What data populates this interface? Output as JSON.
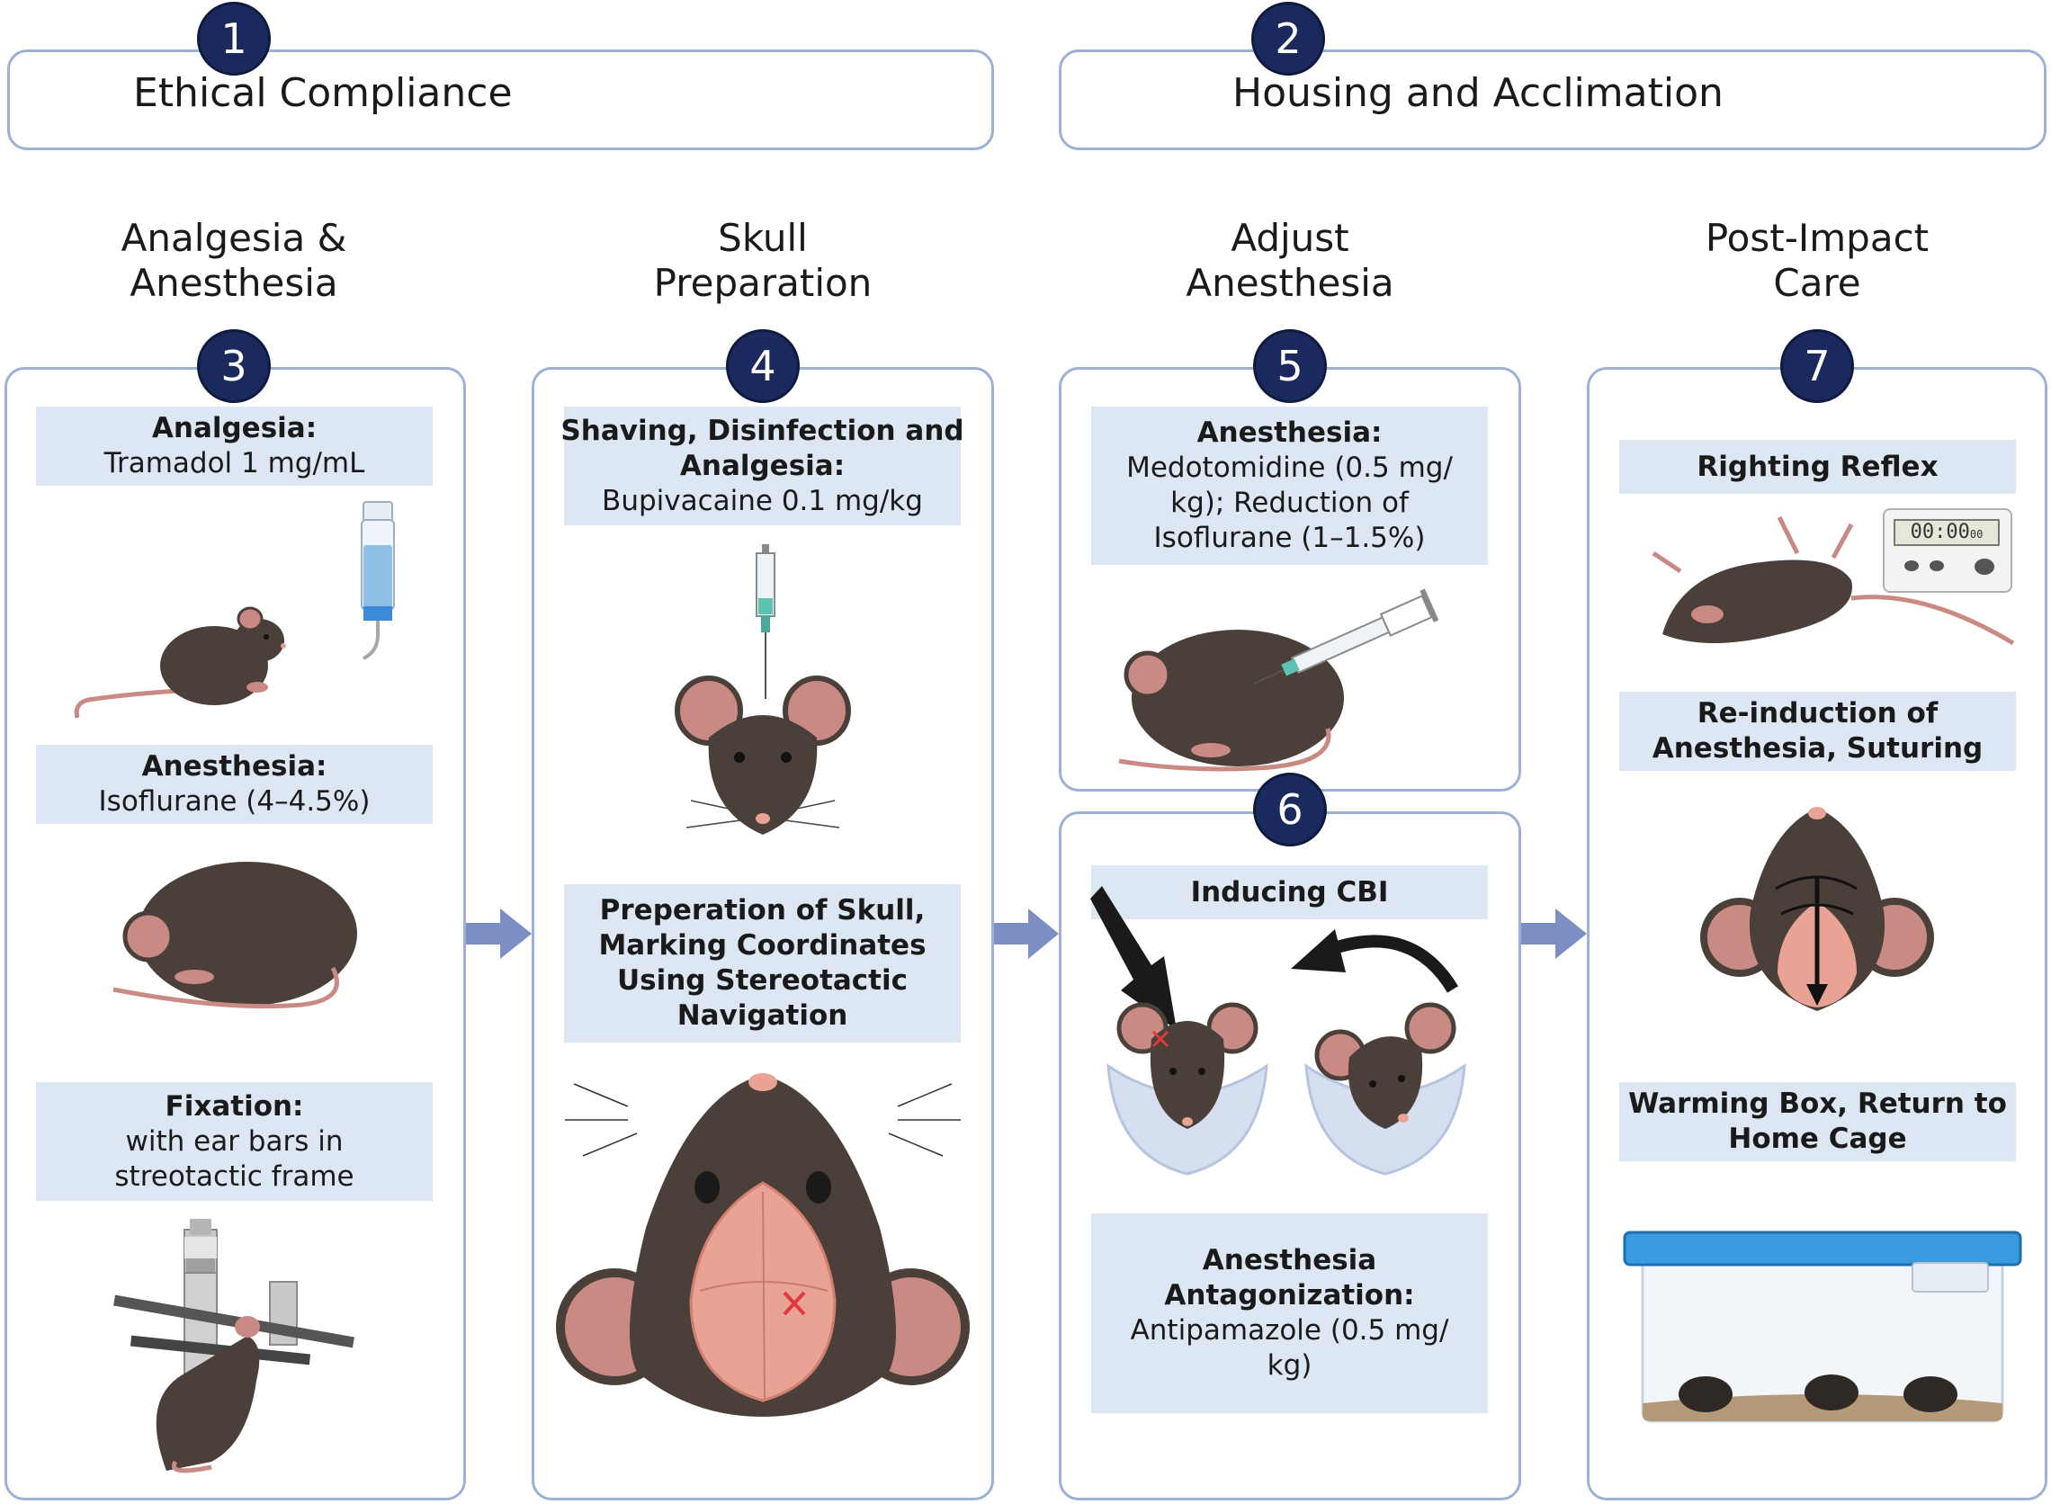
{
  "colors": {
    "panel_border": "#9db0d6",
    "badge_fill": "#1b2a5e",
    "box_fill": "#dde7f3",
    "arrow": "#7b8fc4",
    "mouse_body": "#4a3f39",
    "mouse_ear": "#c98a83",
    "skin": "#e8a394"
  },
  "stages": {
    "ethics": {
      "number": "1",
      "label": "Ethical Compliance"
    },
    "housing": {
      "number": "2",
      "label": "Housing and Acclimation"
    }
  },
  "columns": [
    {
      "heading": [
        "Analgesia &",
        "Anesthesia"
      ],
      "number": "3"
    },
    {
      "heading": [
        "Skull",
        "Preparation"
      ],
      "number": "4"
    },
    {
      "heading": [
        "Adjust",
        "Anesthesia"
      ],
      "number": "5",
      "number2": "6"
    },
    {
      "heading": [
        "Post-Impact",
        "Care"
      ],
      "number": "7"
    }
  ],
  "boxes": {
    "analgesia": {
      "title": "Analgesia:",
      "lines": [
        "Tramadol 1 mg/mL"
      ]
    },
    "anesthesia1": {
      "title": "Anesthesia:",
      "lines": [
        "Isoflurane (4–4.5%)"
      ]
    },
    "fixation": {
      "title": "Fixation:",
      "lines": [
        "with ear bars in",
        "streotactic frame"
      ]
    },
    "shaving": {
      "title": [
        "Shaving, Disinfection and",
        "Analgesia:"
      ],
      "lines": [
        "Bupivacaine 0.1 mg/kg"
      ]
    },
    "skullprep": {
      "title": [
        "Preperation of Skull,",
        "Marking Coordinates",
        "Using Stereotactic",
        "Navigation"
      ]
    },
    "anesthesia2": {
      "title": "Anesthesia:",
      "lines": [
        "Medotomidine (0.5 mg/",
        "kg); Reduction of",
        "Isoflurane (1–1.5%)"
      ]
    },
    "cbi": {
      "title": "Inducing CBI"
    },
    "antagonization": {
      "title": [
        "Anesthesia",
        "Antagonization:"
      ],
      "lines": [
        "Antipamazole (0.5 mg/",
        "kg)"
      ]
    },
    "righting": {
      "title": "Righting Reflex"
    },
    "reinduction": {
      "title": [
        "Re-induction of",
        "Anesthesia, Suturing"
      ]
    },
    "warming": {
      "title": [
        "Warming Box, Return to",
        "Home Cage"
      ]
    }
  },
  "timer": {
    "display": "00:00",
    "small": "00"
  },
  "icons": [
    "water-bottle-icon",
    "syringe-icon",
    "stopwatch-icon",
    "home-cage-icon",
    "stereotactic-frame-icon"
  ]
}
